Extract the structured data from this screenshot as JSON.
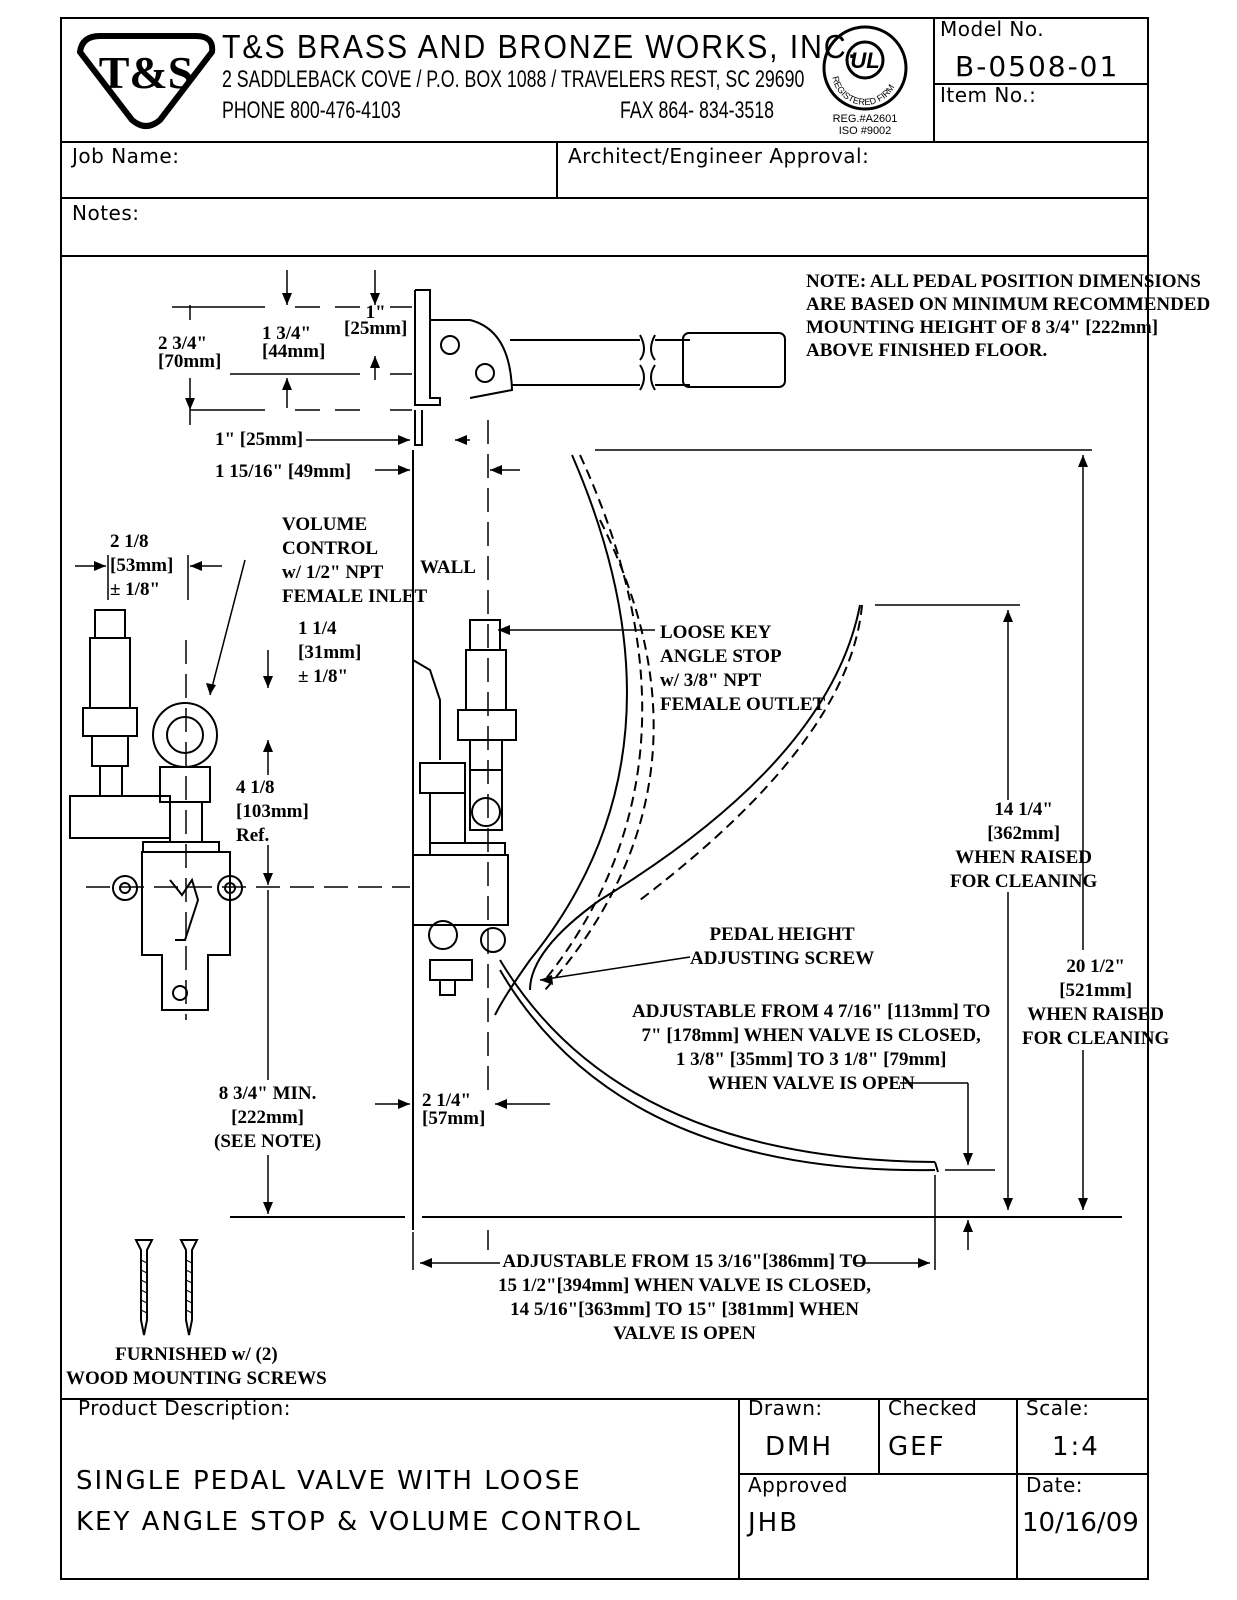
{
  "header": {
    "company": "T&S BRASS AND BRONZE WORKS, INC.",
    "address": "2 SADDLEBACK COVE / P.O. BOX 1088 / TRAVELERS REST, SC 29690",
    "phone": "PHONE 800-476-4103",
    "fax": "FAX  864- 834-3518",
    "logo_text": "T&S",
    "ul_mark": "UL",
    "ul_ring": "REGISTERED FIRM",
    "ul_reg": "REG.#A2601",
    "ul_iso": "ISO  #9002",
    "model_label": "Model  No.",
    "model_value": "B-0508-01",
    "item_label": "Item  No.:"
  },
  "form": {
    "job_name_label": "Job  Name:",
    "approval_label": "Architect/Engineer  Approval:",
    "notes_label": "Notes:"
  },
  "drawing": {
    "note": "NOTE: ALL PEDAL POSITION DIMENSIONS\nARE BASED ON MINIMUM RECOMMENDED\nMOUNTING HEIGHT OF 8 3/4\" [222mm]\nABOVE FINISHED FLOOR.",
    "dim_2_3_4": "2 3/4\"\n[70mm]",
    "dim_1_3_4": "1 3/4\"\n[44mm]",
    "dim_1_top": "1\"\n[25mm]",
    "dim_1_bottom": "1\" [25mm]",
    "dim_1_15_16": "1 15/16\" [49mm]",
    "dim_2_1_8": "2 1/8\n[53mm]\n± 1/8\"",
    "volume_control": "VOLUME\nCONTROL\nw/ 1/2\" NPT\nFEMALE INLET",
    "wall": "WALL",
    "dim_1_1_4": "1 1/4\n[31mm]\n± 1/8\"",
    "loose_key": "LOOSE KEY\nANGLE STOP\nw/ 3/8\" NPT\nFEMALE OUTLET",
    "dim_4_1_8": "4 1/8\n[103mm]\nRef.",
    "dim_14_1_4": "14 1/4\"\n[362mm]\nWHEN RAISED\nFOR CLEANING",
    "pedal_height": "PEDAL HEIGHT\nADJUSTING SCREW",
    "dim_20_1_2": "20 1/2\"\n[521mm]\nWHEN RAISED\nFOR CLEANING",
    "adjustable_height": "ADJUSTABLE FROM 4 7/16\" [113mm] TO\n7\" [178mm] WHEN VALVE IS CLOSED,\n1 3/8\" [35mm] TO 3 1/8\" [79mm]\nWHEN VALVE IS OPEN",
    "dim_8_3_4": "8 3/4\" MIN.\n[222mm]\n(SEE NOTE)",
    "dim_2_1_4": "2 1/4\"\n[57mm]",
    "adjustable_length": "ADJUSTABLE FROM 15 3/16\"[386mm] TO\n15 1/2\"[394mm] WHEN VALVE IS CLOSED,\n14 5/16\"[363mm] TO 15\" [381mm] WHEN\nVALVE IS OPEN",
    "screws": "FURNISHED w/ (2)\nWOOD MOUNTING SCREWS"
  },
  "footer": {
    "product_desc_label": "Product  Description:",
    "desc_line1": "SINGLE  PEDAL  VALVE  WITH  LOOSE",
    "desc_line2": "KEY  ANGLE  STOP  &  VOLUME  CONTROL",
    "drawn_label": "Drawn:",
    "drawn_value": "DMH",
    "checked_label": "Checked",
    "checked_value": "GEF",
    "scale_label": "Scale:",
    "scale_value": "1:4",
    "approved_label": "Approved",
    "approved_value": "JHB",
    "date_label": "Date:",
    "date_value": "10/16/09"
  }
}
